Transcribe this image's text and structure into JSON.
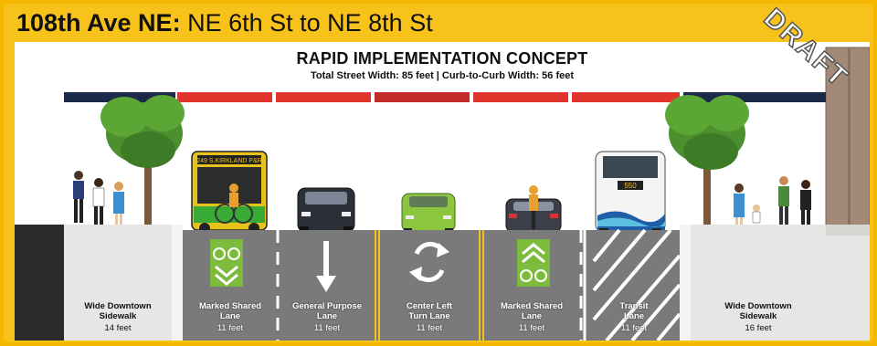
{
  "header": {
    "street": "108th Ave NE:",
    "segment": "NE 6th St to NE 8th St"
  },
  "concept": {
    "title": "RAPID IMPLEMENTATION CONCEPT",
    "widths": "Total Street Width: 85 feet | Curb-to-Curb Width: 56 feet",
    "stamp": "DRAFT"
  },
  "vehicles": {
    "bus_left_sign": "249  S.KIRKLAND P&R",
    "bus_right_route": "550"
  },
  "sections": [
    {
      "label1": "Wide Downtown",
      "label2": "Sidewalk",
      "width": "14 feet"
    },
    {
      "label1": "Marked Shared",
      "label2": "Lane",
      "width": "11 feet"
    },
    {
      "label1": "General Purpose",
      "label2": "Lane",
      "width": "11 feet"
    },
    {
      "label1": "Center Left",
      "label2": "Turn Lane",
      "width": "11 feet"
    },
    {
      "label1": "Marked Shared",
      "label2": "Lane",
      "width": "11 feet"
    },
    {
      "label1": "Transit",
      "label2": "Lane",
      "width": "11 feet"
    },
    {
      "label1": "Wide Downtown",
      "label2": "Sidewalk",
      "width": "16 feet"
    }
  ],
  "colors": {
    "frame": "#f7c21a",
    "asphalt": "#7a7a7a",
    "sidewalk": "#e6e6e4",
    "lane_marking": "#f2c318",
    "bike_symbol": "#7dbb3c",
    "bar_navy": "#1b2a48",
    "bar_red": "#e0342c"
  }
}
